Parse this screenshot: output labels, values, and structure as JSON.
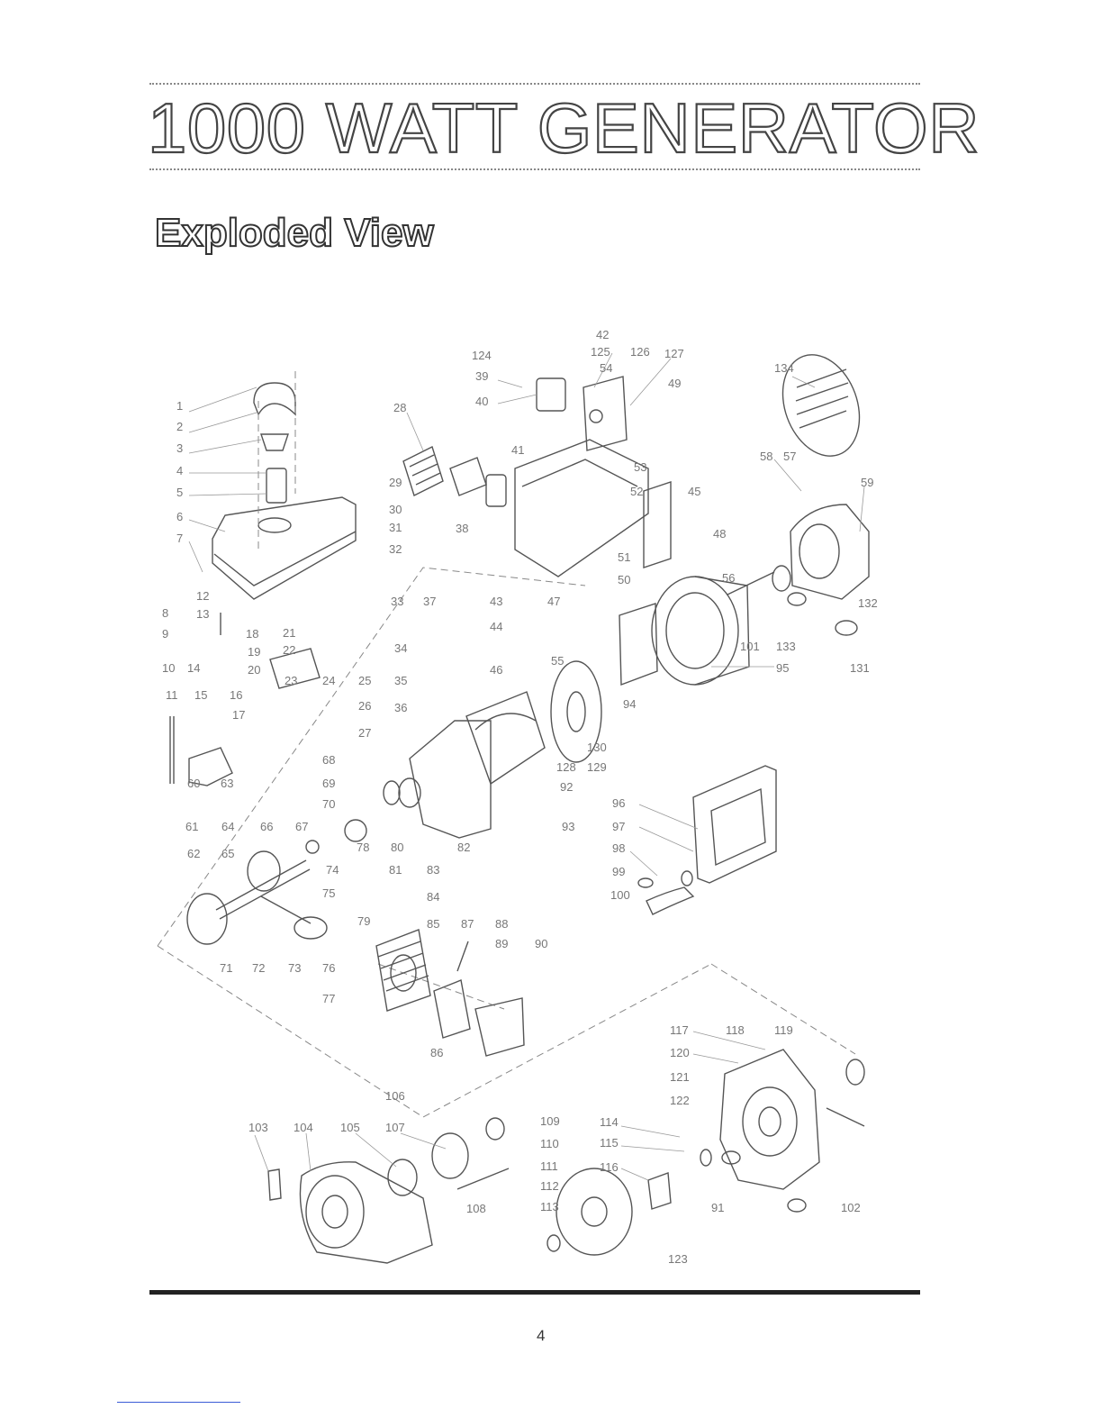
{
  "header": {
    "title": "1000 WATT GENERATOR",
    "subtitle": "Exploded View"
  },
  "diagram": {
    "part_labels": [
      "1",
      "2",
      "3",
      "4",
      "5",
      "6",
      "7",
      "8",
      "9",
      "10",
      "11",
      "12",
      "13",
      "14",
      "15",
      "16",
      "17",
      "18",
      "19",
      "20",
      "21",
      "22",
      "23",
      "24",
      "25",
      "26",
      "27",
      "28",
      "29",
      "30",
      "31",
      "32",
      "33",
      "34",
      "35",
      "36",
      "37",
      "38",
      "39",
      "40",
      "41",
      "42",
      "43",
      "44",
      "45",
      "46",
      "47",
      "48",
      "49",
      "50",
      "51",
      "52",
      "53",
      "54",
      "55",
      "56",
      "57",
      "58",
      "59",
      "60",
      "61",
      "62",
      "63",
      "64",
      "65",
      "66",
      "67",
      "68",
      "69",
      "70",
      "71",
      "72",
      "73",
      "74",
      "75",
      "76",
      "77",
      "78",
      "79",
      "80",
      "81",
      "82",
      "83",
      "84",
      "85",
      "86",
      "87",
      "88",
      "89",
      "90",
      "91",
      "92",
      "93",
      "94",
      "95",
      "96",
      "97",
      "98",
      "99",
      "100",
      "101",
      "102",
      "103",
      "104",
      "105",
      "106",
      "107",
      "108",
      "109",
      "110",
      "111",
      "112",
      "113",
      "114",
      "115",
      "116",
      "117",
      "118",
      "119",
      "120",
      "121",
      "122",
      "123",
      "124",
      "125",
      "126",
      "127",
      "128",
      "129",
      "130",
      "131",
      "132",
      "133",
      "134"
    ]
  },
  "footer": {
    "page_number": "4"
  }
}
